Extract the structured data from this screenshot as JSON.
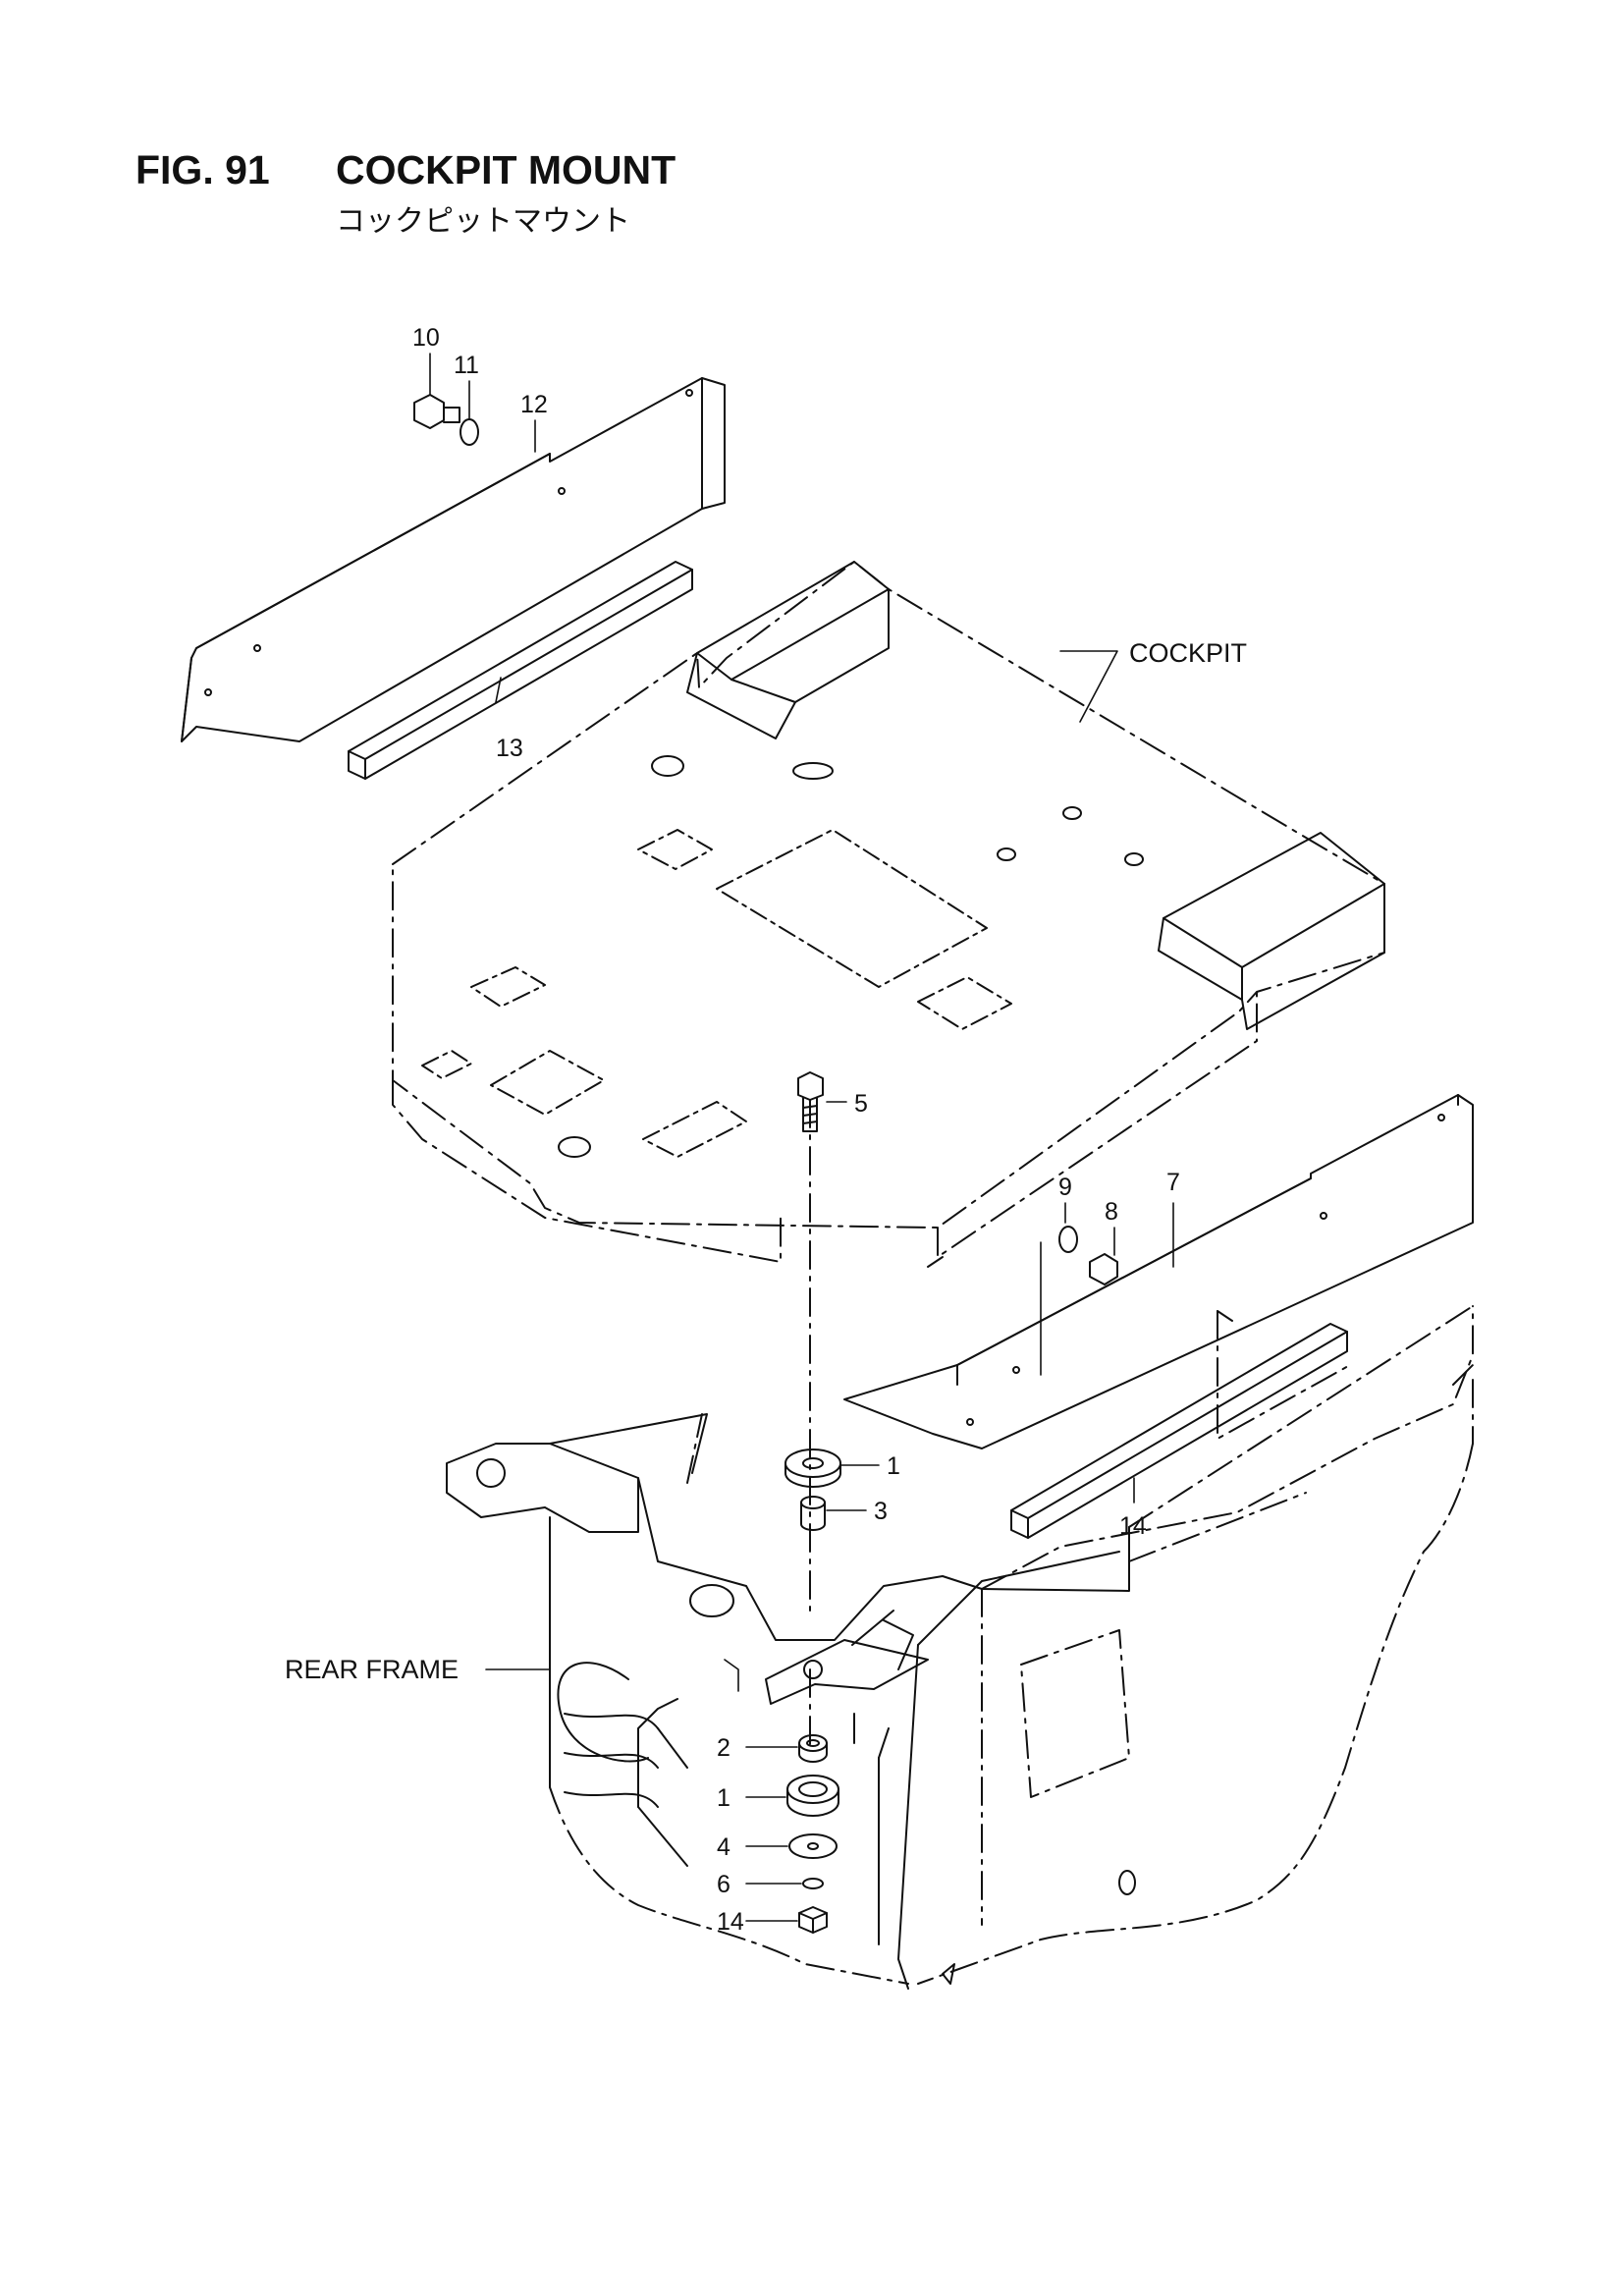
{
  "figure": {
    "number": "FIG. 91",
    "title": "COCKPIT MOUNT",
    "subtitle": "コックピットマウント"
  },
  "labels": {
    "cockpit": "COCKPIT",
    "rear_frame": "REAR FRAME"
  },
  "callouts": [
    "1",
    "1",
    "2",
    "3",
    "4",
    "5",
    "6",
    "7",
    "8",
    "9",
    "10",
    "11",
    "12",
    "13",
    "14",
    "14"
  ],
  "colors": {
    "line": "#111111",
    "background": "#ffffff"
  }
}
